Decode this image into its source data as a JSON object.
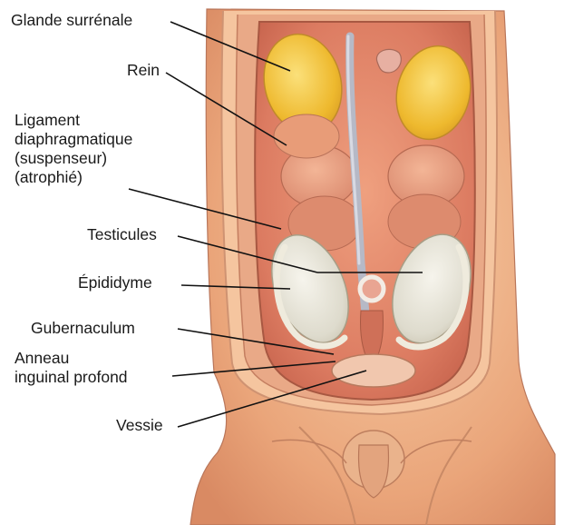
{
  "illustration": {
    "labels": {
      "glande_surrenale": "Glande surrénale",
      "rein": "Rein",
      "ligament": [
        "Ligament",
        "diaphragmatique",
        "(suspenseur)",
        "(atrophié)"
      ],
      "testicules": "Testicules",
      "epididyme": "Épididyme",
      "gubernaculum": "Gubernaculum",
      "anneau": [
        "Anneau",
        "inguinal profond"
      ],
      "vessie": "Vessie"
    }
  },
  "colors": {
    "skin": "#f2b98a",
    "cavity": "#e08469",
    "kidney": "#f0c23b",
    "testis": "#e8e4d6",
    "leader": "#111111"
  }
}
